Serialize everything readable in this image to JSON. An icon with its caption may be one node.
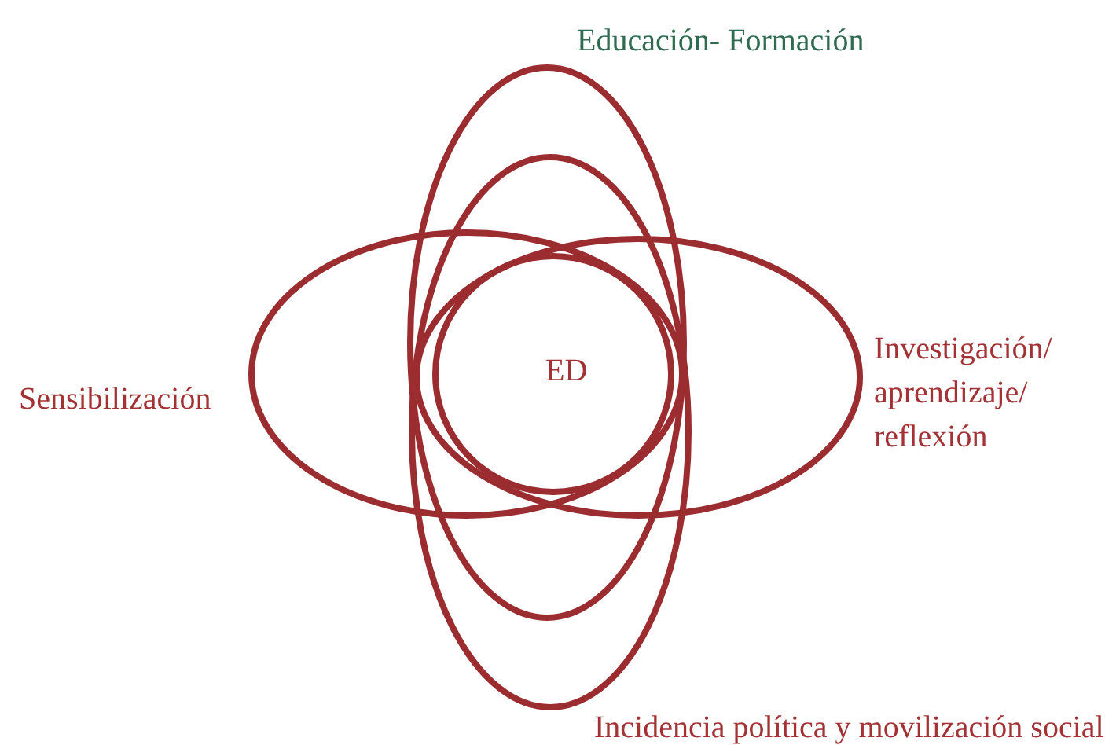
{
  "diagram": {
    "nodes": [
      {
        "text": [
          "Educación- Formación"
        ]
      },
      {
        "text": [
          "Sensibilización"
        ]
      },
      {
        "text": [
          "ED"
        ]
      },
      {
        "text": [
          "Investigación/ aprendizaje/ reflexión"
        ]
      },
      {
        "text": [
          "Incidencia política y movilización social"
        ]
      }
    ]
  }
}
